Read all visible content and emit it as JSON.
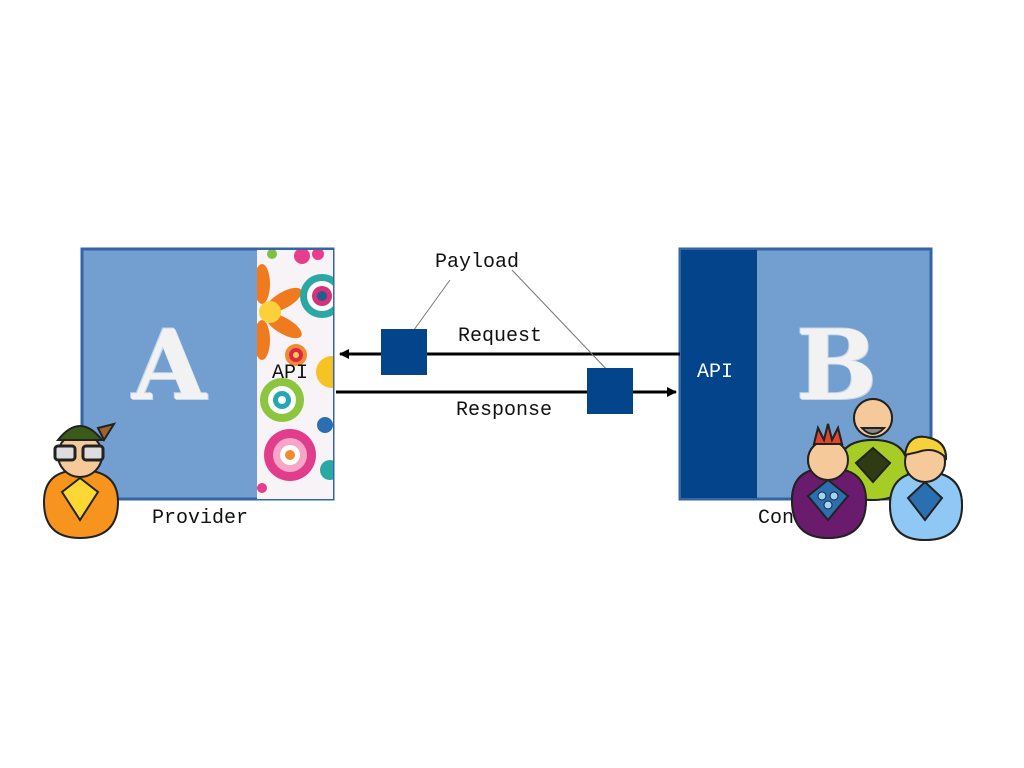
{
  "diagram": {
    "provider": {
      "letter": "A",
      "label": "Provider",
      "api_label": "API"
    },
    "consumer": {
      "letter": "B",
      "label": "Consumer",
      "api_label": "API"
    },
    "payload_label": "Payload",
    "request_label": "Request",
    "response_label": "Response"
  },
  "colors": {
    "box_fill": "#729fcf",
    "box_border": "#3465a4",
    "api_dark": "#03448a",
    "packet": "#03448a",
    "arrow": "#000000"
  },
  "icons": [
    "flower-pattern-icon",
    "provider-person-icon",
    "consumer-group-icon"
  ]
}
